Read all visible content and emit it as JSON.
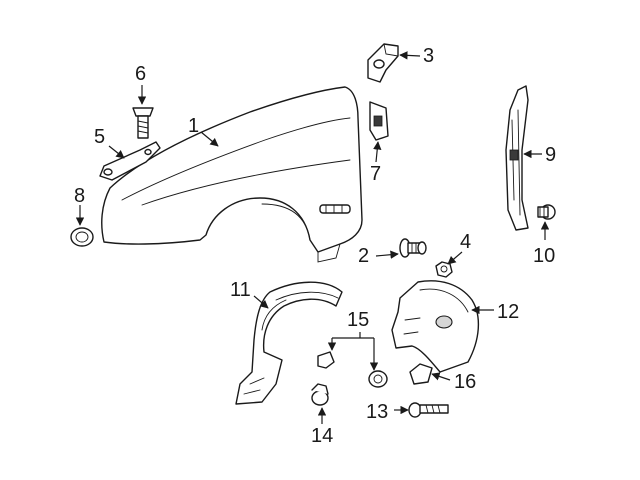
{
  "callouts": [
    {
      "id": "1",
      "text": "1"
    },
    {
      "id": "2",
      "text": "2"
    },
    {
      "id": "3",
      "text": "3"
    },
    {
      "id": "4",
      "text": "4"
    },
    {
      "id": "5",
      "text": "5"
    },
    {
      "id": "6",
      "text": "6"
    },
    {
      "id": "7",
      "text": "7"
    },
    {
      "id": "8",
      "text": "8"
    },
    {
      "id": "9",
      "text": "9"
    },
    {
      "id": "10",
      "text": "10"
    },
    {
      "id": "11",
      "text": "11"
    },
    {
      "id": "12",
      "text": "12"
    },
    {
      "id": "13",
      "text": "13"
    },
    {
      "id": "14",
      "text": "14"
    },
    {
      "id": "15",
      "text": "15"
    },
    {
      "id": "16",
      "text": "16"
    }
  ],
  "colors": {
    "line": "#1a1a1a",
    "background": "#ffffff",
    "shade": "#d6d6d6"
  }
}
